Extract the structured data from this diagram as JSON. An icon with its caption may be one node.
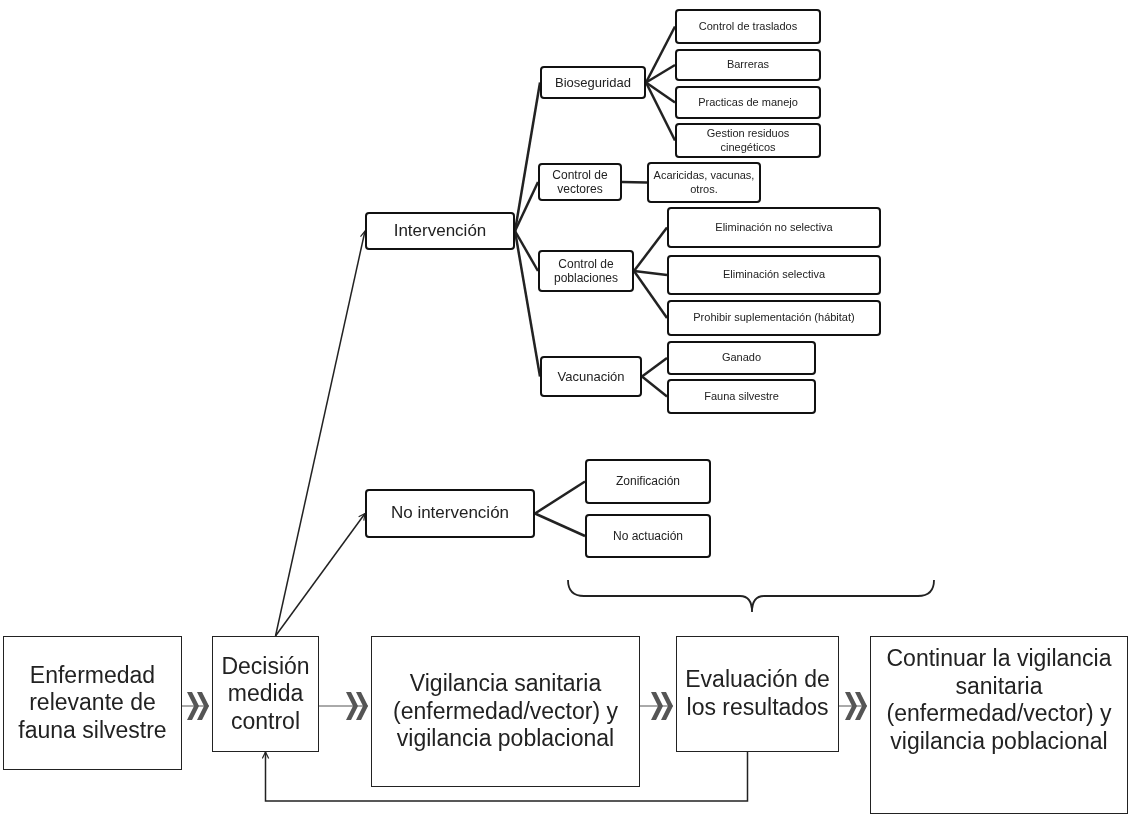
{
  "diagram": {
    "nodes": [
      {
        "text": [
          "Enfermedad relevante de fauna silvestre"
        ]
      },
      {
        "text": [
          "Decisión medida control"
        ]
      },
      {
        "text": [
          "Vigilancia sanitaria (enfermedad/vector) y vigilancia poblacional"
        ]
      },
      {
        "text": [
          "Evaluación de los resultados"
        ]
      },
      {
        "text": [
          "Continuar la vigilancia sanitaria (enfermedad/vector) y vigilancia poblacional"
        ]
      },
      {
        "text": [
          "Intervención"
        ]
      },
      {
        "text": [
          "No intervención"
        ]
      },
      {
        "text": [
          "Bioseguridad"
        ]
      },
      {
        "text": [
          "Control de vectores"
        ]
      },
      {
        "text": [
          "Control de poblaciones"
        ]
      },
      {
        "text": [
          "Vacunación"
        ]
      },
      {
        "text": [
          "Control de traslados"
        ]
      },
      {
        "text": [
          "Barreras"
        ]
      },
      {
        "text": [
          "Practicas de manejo"
        ]
      },
      {
        "text": [
          "Gestion residuos cinegéticos"
        ]
      },
      {
        "text": [
          "Acaricidas, vacunas, otros."
        ]
      },
      {
        "text": [
          "Eliminación no selectiva"
        ]
      },
      {
        "text": [
          "Eliminación selectiva"
        ]
      },
      {
        "text": [
          "Prohibir suplementación (hábitat)"
        ]
      },
      {
        "text": [
          "Ganado"
        ]
      },
      {
        "text": [
          "Fauna silvestre"
        ]
      },
      {
        "text": [
          "Zonificación"
        ]
      },
      {
        "text": [
          "No actuación"
        ]
      }
    ],
    "edges": [
      {
        "from": 0,
        "to": 1,
        "arrow": "to"
      },
      {
        "from": 1,
        "to": 2,
        "arrow": "to"
      },
      {
        "from": 2,
        "to": 3,
        "arrow": "to"
      },
      {
        "from": 3,
        "to": 4,
        "arrow": "to"
      },
      {
        "from": 1,
        "to": 5,
        "arrow": "to"
      },
      {
        "from": 1,
        "to": 6,
        "arrow": "to"
      },
      {
        "from": 3,
        "to": 1,
        "arrow": "to"
      },
      {
        "from": 5,
        "to": 7,
        "arrow": "none"
      },
      {
        "from": 5,
        "to": 8,
        "arrow": "none"
      },
      {
        "from": 5,
        "to": 9,
        "arrow": "none"
      },
      {
        "from": 5,
        "to": 10,
        "arrow": "none"
      },
      {
        "from": 7,
        "to": 11,
        "arrow": "none"
      },
      {
        "from": 7,
        "to": 12,
        "arrow": "none"
      },
      {
        "from": 7,
        "to": 13,
        "arrow": "none"
      },
      {
        "from": 7,
        "to": 14,
        "arrow": "none"
      },
      {
        "from": 8,
        "to": 15,
        "arrow": "none"
      },
      {
        "from": 9,
        "to": 16,
        "arrow": "none"
      },
      {
        "from": 9,
        "to": 17,
        "arrow": "none"
      },
      {
        "from": 9,
        "to": 18,
        "arrow": "none"
      },
      {
        "from": 10,
        "to": 19,
        "arrow": "none"
      },
      {
        "from": 10,
        "to": 20,
        "arrow": "none"
      },
      {
        "from": 6,
        "to": 21,
        "arrow": "none"
      },
      {
        "from": 6,
        "to": 22,
        "arrow": "none"
      }
    ]
  }
}
